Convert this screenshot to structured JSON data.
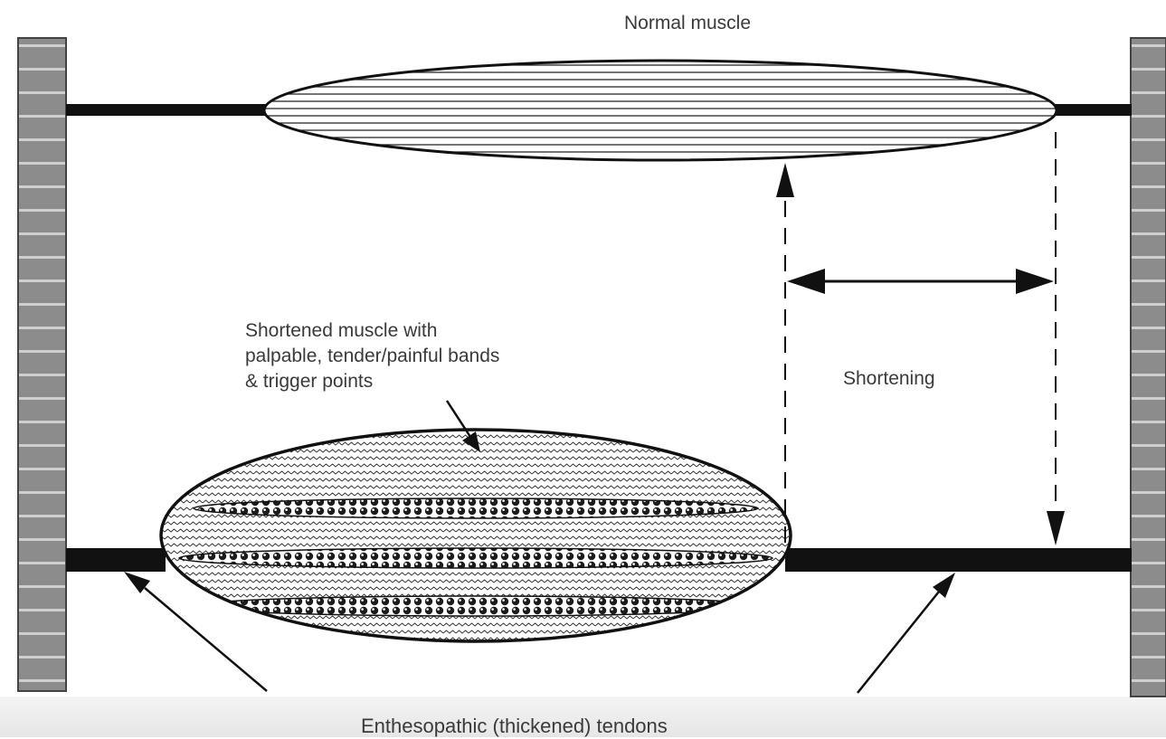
{
  "labels": {
    "normal_muscle": "Normal muscle",
    "shortened_line1": "Shortened muscle with",
    "shortened_line2": "palpable, tender/painful bands",
    "shortened_line3": "& trigger points",
    "shortening": "Shortening",
    "tendons": "Enthesopathic (thickened) tendons"
  },
  "colors": {
    "ink": "#111111",
    "bone_fill": "#8c8c8c",
    "text": "#3a3a3a"
  }
}
